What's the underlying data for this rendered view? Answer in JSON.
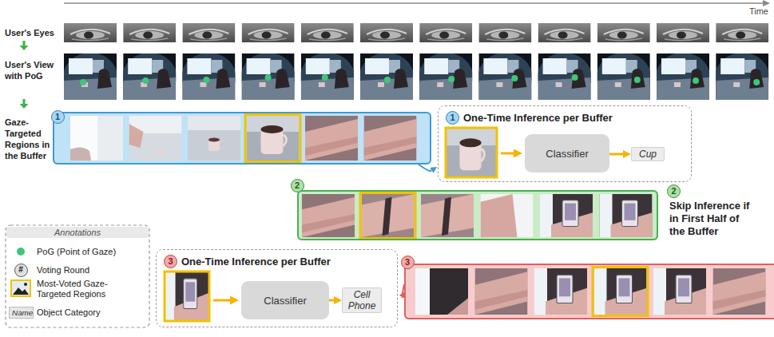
{
  "diagram": {
    "nodes": [
      {
        "text": [
          "1"
        ]
      },
      {
        "text": [
          "1",
          "One-Time Inference per Buffer"
        ]
      },
      {
        "text": [
          "Classifier"
        ],
        "in": 1
      },
      {
        "text": [
          "Cup"
        ],
        "in": 1
      },
      {
        "text": [
          "2"
        ]
      },
      {
        "text": [
          "2",
          "Skip Inference if in First Half of the Buffer"
        ]
      },
      {
        "text": [
          "3",
          "One-Time Inference per Buffer"
        ]
      },
      {
        "text": [
          "Classifier"
        ],
        "in": 6
      },
      {
        "text": [
          "Cell Phone"
        ],
        "in": 6
      },
      {
        "text": [
          "3"
        ]
      }
    ],
    "edges": [
      {
        "from": 0,
        "to": 1,
        "arrow": "to"
      },
      {
        "from": 2,
        "to": 3,
        "arrow": "to"
      },
      {
        "from": 7,
        "to": 8,
        "arrow": "to"
      },
      {
        "from": 9,
        "to": 6,
        "arrow": "to"
      }
    ],
    "labels": [
      "Time",
      "User's Eyes",
      "User's View with PoG",
      "Gaze-Targeted Regions in the Buffer",
      "Annotations",
      "#",
      "Name"
    ],
    "legend": [
      {
        "text": "PoG (Point of Gaze)",
        "color": "#3cc878"
      },
      {
        "text": "Voting Round"
      },
      {
        "text": "Most-Voted Gaze-Targeted Regions"
      },
      {
        "text": "Object Category"
      }
    ]
  }
}
